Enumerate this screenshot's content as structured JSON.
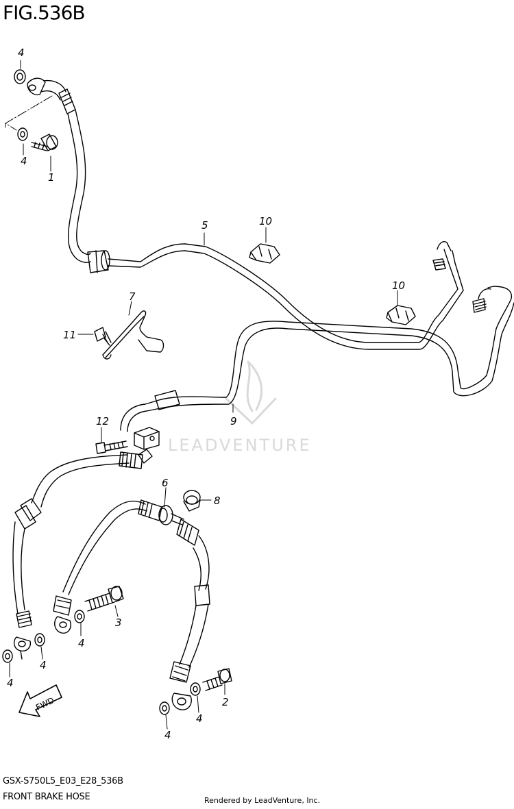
{
  "figure": {
    "title": "FIG.536B",
    "model_code": "GSX-S750L5_E03_E28_536B",
    "name": "FRONT BRAKE HOSE",
    "credit": "Rendered by LeadVenture, Inc.",
    "watermark": "LEADVENTURE",
    "direction_badge": "FWD"
  },
  "callouts": {
    "c4a": "4",
    "c4b": "4",
    "c1": "1",
    "c5": "5",
    "c10a": "10",
    "c10b": "10",
    "c7": "7",
    "c11": "11",
    "c9": "9",
    "c12": "12",
    "c6": "6",
    "c8": "8",
    "c3": "3",
    "c4c": "4",
    "c4d": "4",
    "c4e": "4",
    "c2": "2",
    "c4f": "4",
    "c4g": "4"
  },
  "colors": {
    "line": "#000000",
    "watermark": "#d9d9d9"
  }
}
